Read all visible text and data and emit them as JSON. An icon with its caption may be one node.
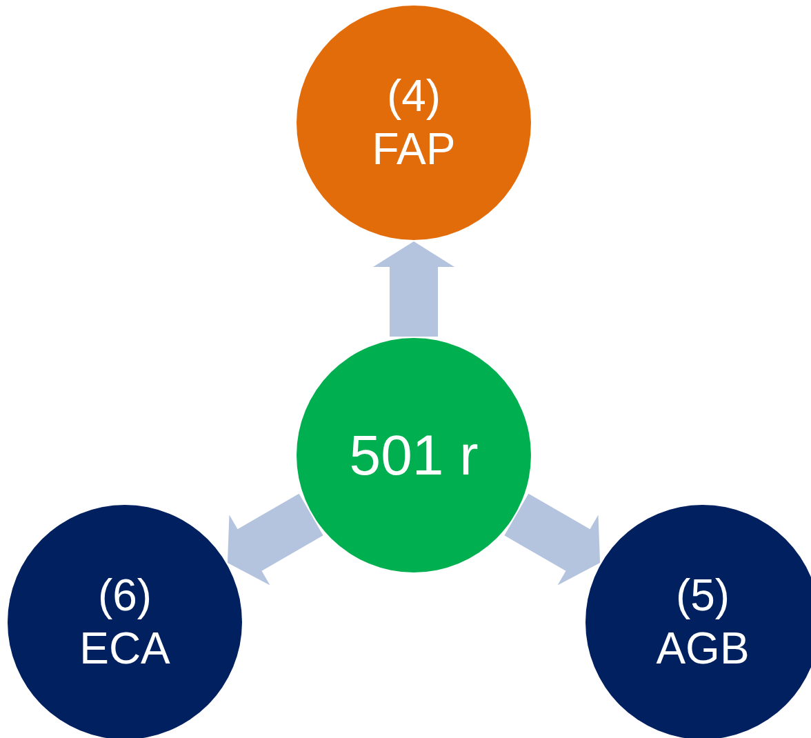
{
  "diagram": {
    "nodes": [
      {
        "text": [
          "(4)",
          "FAP"
        ]
      },
      {
        "text": [
          "501 r"
        ]
      },
      {
        "text": [
          "(6)",
          "ECA"
        ]
      },
      {
        "text": [
          "(5)",
          "AGB"
        ]
      }
    ],
    "edges": [
      {
        "from": 1,
        "to": 0,
        "arrow": "to",
        "style": "thick"
      },
      {
        "from": 1,
        "to": 2,
        "arrow": "to",
        "style": "thick"
      },
      {
        "from": 1,
        "to": 3,
        "arrow": "to",
        "style": "thick"
      }
    ]
  }
}
